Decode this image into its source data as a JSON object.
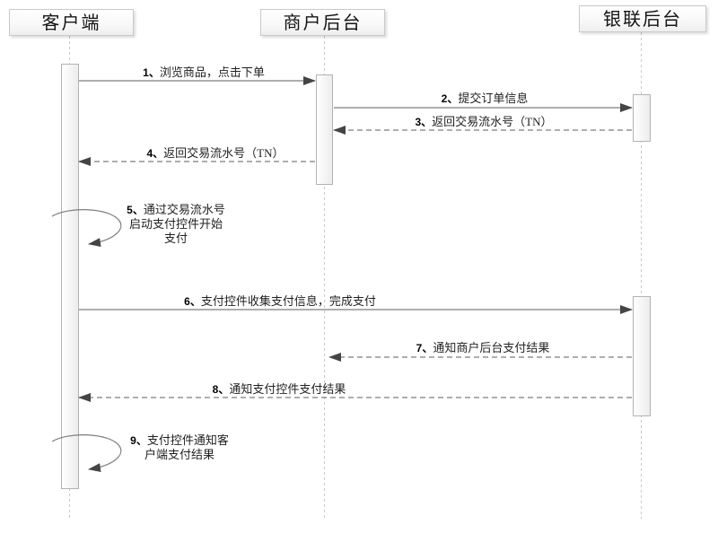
{
  "diagram": {
    "type": "uml-sequence",
    "actors": [
      {
        "id": "client",
        "name": "客户端"
      },
      {
        "id": "merchant",
        "name": "商户后台"
      },
      {
        "id": "unionpay",
        "name": "银联后台"
      }
    ],
    "messages": [
      {
        "num": "1、",
        "text": "浏览商品，点击下单",
        "from": "客户端",
        "to": "商户后台",
        "line": "solid"
      },
      {
        "num": "2、",
        "text": "提交订单信息",
        "from": "商户后台",
        "to": "银联后台",
        "line": "solid"
      },
      {
        "num": "3、",
        "text": "返回交易流水号（TN）",
        "from": "银联后台",
        "to": "商户后台",
        "line": "dashed"
      },
      {
        "num": "4、",
        "text": "返回交易流水号（TN）",
        "from": "商户后台",
        "to": "客户端",
        "line": "dashed"
      },
      {
        "num": "5、",
        "text": "通过交易流水号启动支付控件开始支付",
        "from": "客户端",
        "to": "客户端",
        "line": "self"
      },
      {
        "num": "6、",
        "text": "支付控件收集支付信息，完成支付",
        "from": "客户端",
        "to": "银联后台",
        "line": "solid"
      },
      {
        "num": "7、",
        "text": "通知商户后台支付结果",
        "from": "银联后台",
        "to": "商户后台",
        "line": "dashed"
      },
      {
        "num": "8、",
        "text": "通知支付控件支付结果",
        "from": "银联后台",
        "to": "客户端",
        "line": "dashed"
      },
      {
        "num": "9、",
        "text": "支付控件通知客户端支付结果",
        "from": "客户端",
        "to": "客户端",
        "line": "self"
      }
    ],
    "colors": {
      "message_line": "#7d7d7d",
      "arrowhead": "#454545",
      "lifeline": "#c9c9c9",
      "label_text": "#1f1f1f",
      "box_border": "#c9c9c9",
      "activation_border": "#b3b3b3"
    }
  }
}
